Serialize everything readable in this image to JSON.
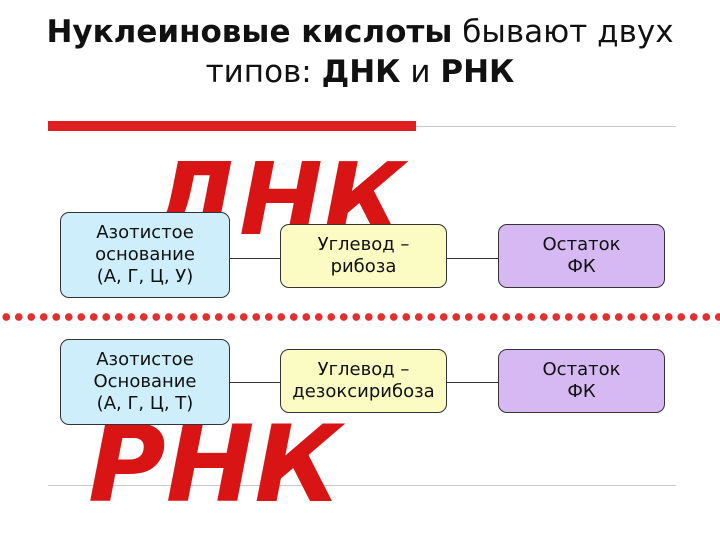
{
  "title": {
    "line1_bold": "Нуклеиновые кислоты",
    "line1_rest": " бывают двух",
    "line2_prefix": "типов: ",
    "line2_dna": "ДНК",
    "line2_mid": " и ",
    "line2_rna": "РНК"
  },
  "labels": {
    "dna": "ДНК",
    "rna": "РНК"
  },
  "rows": [
    {
      "base": "Азотистое\nоснование\n(А, Г, Ц, У)",
      "carbohydrate": "Углевод –\nрибоза",
      "phosphate": "Остаток\nФК"
    },
    {
      "base": "Азотистое\nОснование\n(А, Г, Ц, Т)",
      "carbohydrate": "Углевод –\nдезоксирибоза",
      "phosphate": "Остаток\nФК"
    }
  ],
  "colors": {
    "accent_red": "#e02020",
    "base_box": "#cdeefa",
    "carbohydrate_box": "#fbfbc4",
    "phosphate_box": "#d6b8f2"
  }
}
